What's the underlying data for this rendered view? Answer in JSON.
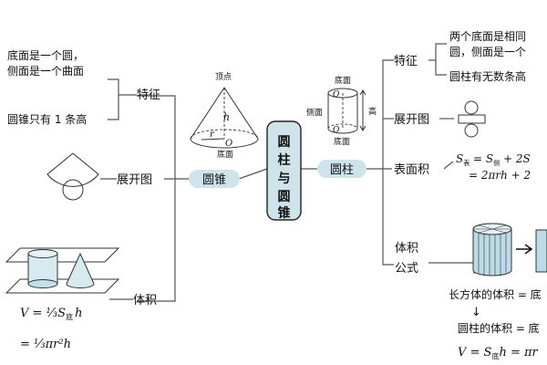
{
  "center": {
    "chars": [
      "圆",
      "柱",
      "与",
      "圆",
      "锥"
    ]
  },
  "cone": {
    "label": "圆锥",
    "features": {
      "label": "特征",
      "lines": [
        "底面是一个圆，",
        "侧面是一个曲面"
      ],
      "height": "圆锥只有 1 条高"
    },
    "net": {
      "label": "展开图"
    },
    "volume": {
      "label": "体积",
      "formula1": "V = ⅓S",
      "formula1_sub": "底",
      "formula1_end": "h",
      "formula2": "= ⅓πr²h"
    },
    "figure": {
      "apex": "顶点",
      "h": "h",
      "r": "r",
      "O": "O",
      "base": "底面"
    }
  },
  "cylinder": {
    "label": "圆柱",
    "features": {
      "label": "特征",
      "lines": [
        "两个底面是相同",
        "圆，侧面是一个"
      ],
      "height": "圆柱有无数条高"
    },
    "net": {
      "label": "展开图"
    },
    "surface": {
      "label": "表面积",
      "formula1_pre": "S",
      "formula1_sub": "表",
      "formula1_mid": " = S",
      "formula1_sub2": "侧",
      "formula1_end": " + 2S",
      "formula2": "= 2πrh + 2"
    },
    "volume": {
      "label_line1": "体积",
      "label_line2": "公式",
      "row1": "长方体的体积 = 底",
      "arrow": "↓",
      "row2": "圆柱的体积 = 底",
      "row3_pre": "V = S",
      "row3_sub": "底",
      "row3_end": "h = πr"
    },
    "figure": {
      "top": "底面",
      "side": "侧面",
      "bottom": "底面",
      "height": "高",
      "O1": "O",
      "O2": "O"
    }
  }
}
